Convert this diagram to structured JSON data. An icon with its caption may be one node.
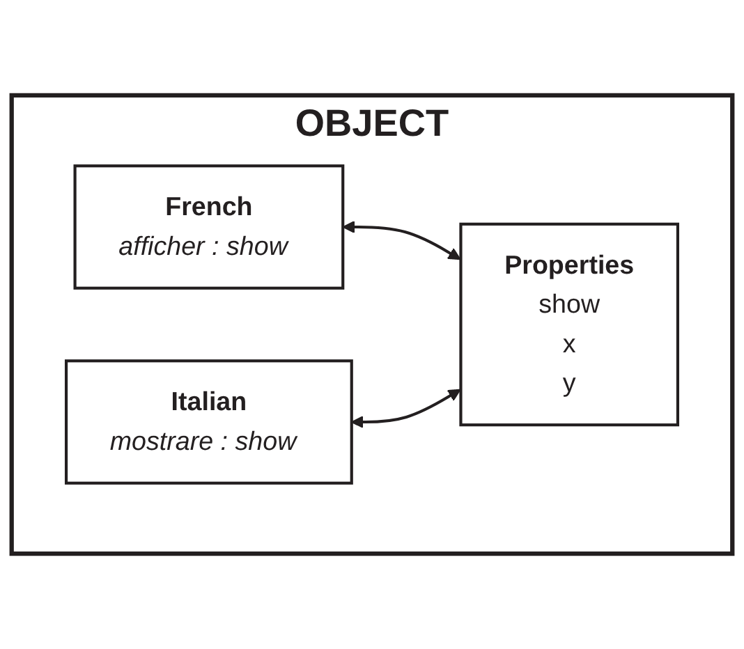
{
  "diagram": {
    "nodes": [
      {
        "text": [
          "OBJECT"
        ]
      },
      {
        "text": [
          "French",
          "afficher : show"
        ],
        "in": 0
      },
      {
        "text": [
          "Italian",
          "mostrare : show"
        ],
        "in": 0
      },
      {
        "text": [
          "Properties",
          "show",
          "x",
          "y"
        ],
        "in": 0
      }
    ],
    "edges": [
      {
        "from": 3,
        "to": 1,
        "arrow": "both"
      },
      {
        "from": 3,
        "to": 2,
        "arrow": "both"
      }
    ]
  }
}
